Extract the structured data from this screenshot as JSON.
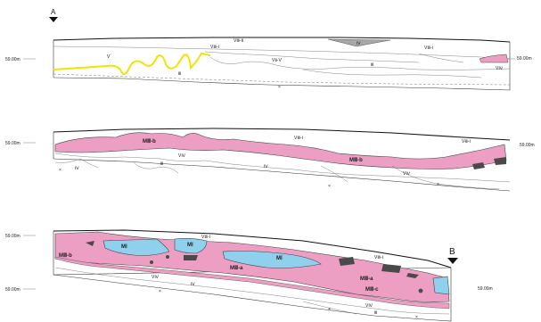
{
  "markers": {
    "a": "A",
    "b": "B"
  },
  "elevation_label": "59.00m",
  "colors": {
    "pink": "#ec9ec3",
    "blue": "#8fd0ec",
    "yellow": "#f0e400",
    "dark": "#4a4a4a",
    "grey": "#a8a8a8"
  },
  "section1": {
    "labels": {
      "v": "V´",
      "vz1": "VⅢ-Ⅰ",
      "vz2": "VⅢ-Ⅰ",
      "vz3": "VⅢ-Ⅱ",
      "vv": "VⅡ-V",
      "vr": "VⅢ",
      "iv": "Ⅳ",
      "iii": "Ⅲ",
      "xx": "×",
      "vy": "VⅣ"
    }
  },
  "section2": {
    "labels": {
      "mb1": "MⅢ-b",
      "mb2": "MⅢ-b",
      "vz": "VⅢ-Ⅰ",
      "vz2": "VⅢ-Ⅰ",
      "vy1": "VⅣ",
      "vy2": "VⅣ",
      "iv1": "Ⅳ",
      "iv2": "Ⅳ",
      "iii": "Ⅲ",
      "xx1": "×",
      "xx2": "×",
      "xx3": "×"
    }
  },
  "section3": {
    "labels": {
      "mb": "MⅢ-b",
      "mi1": "MⅠ",
      "mi2": "MⅠ",
      "mi3": "MⅠ",
      "ma": "MⅢ-a",
      "ma2": "MⅢ-a",
      "mc": "MⅢ-c",
      "vz": "VⅢ-Ⅰ",
      "vz2": "VⅢ-Ⅰ",
      "vy": "VⅣ",
      "vy2": "VⅣ",
      "iv": "Ⅳ",
      "iii": "Ⅲ",
      "xx1": "×",
      "xx2": "×",
      "xx3": "×"
    }
  }
}
